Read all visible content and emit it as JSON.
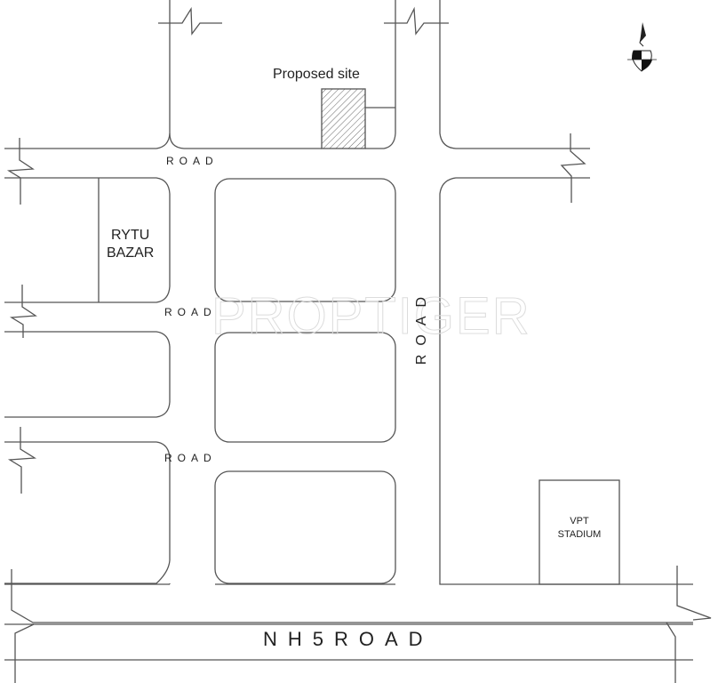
{
  "labels": {
    "proposed_site": "Proposed site",
    "rytu_bazar_line1": "RYTU",
    "rytu_bazar_line2": "BAZAR",
    "road_top": "ROAD",
    "road_middle": "ROAD",
    "road_lower": "ROAD",
    "road_vertical": "ROAD",
    "vpt_line1": "VPT",
    "vpt_line2": "STADIUM",
    "nh5_road": "NH5ROAD",
    "watermark": "PROPTIGER"
  },
  "icons": {
    "north_arrow": "north-arrow-compass-icon"
  },
  "colors": {
    "line": "#555555",
    "hatch": "#666666",
    "watermark": "#dcdcdc"
  }
}
